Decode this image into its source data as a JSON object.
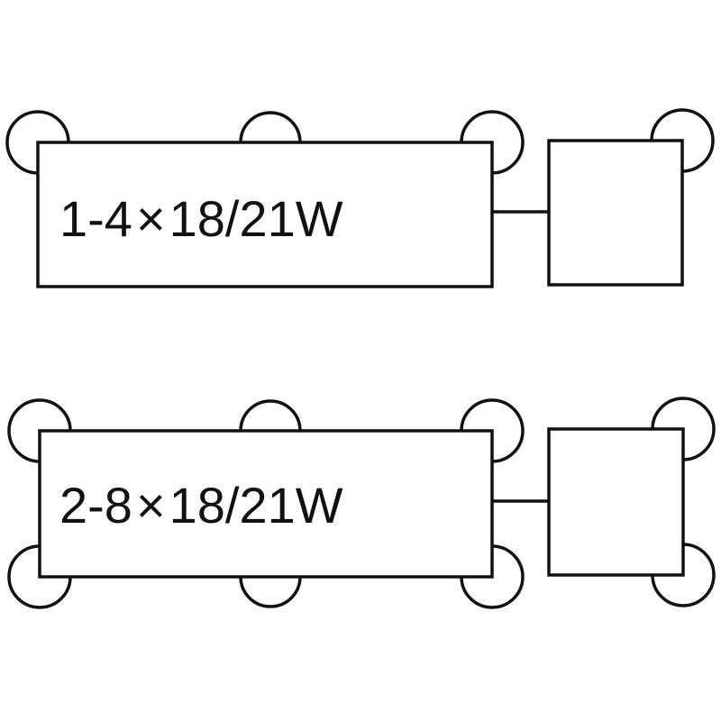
{
  "diagram": {
    "top": {
      "label": "1-4×18/21W",
      "label_parts": {
        "prefix": "1-4",
        "mult": "×",
        "suffix": "18/21W"
      },
      "lamp_connectors": [
        "top-left",
        "top-middle",
        "top-right",
        "aux-top-right"
      ]
    },
    "bottom": {
      "label": "2-8×18/21W",
      "label_parts": {
        "prefix": "2-8",
        "mult": "×",
        "suffix": "18/21W"
      },
      "lamp_connectors": [
        "top-left",
        "top-middle",
        "top-right",
        "bottom-left",
        "bottom-middle",
        "bottom-right",
        "aux-top-right",
        "aux-bottom-right"
      ]
    },
    "colors": {
      "line": "#111111",
      "background": "#ffffff"
    }
  }
}
